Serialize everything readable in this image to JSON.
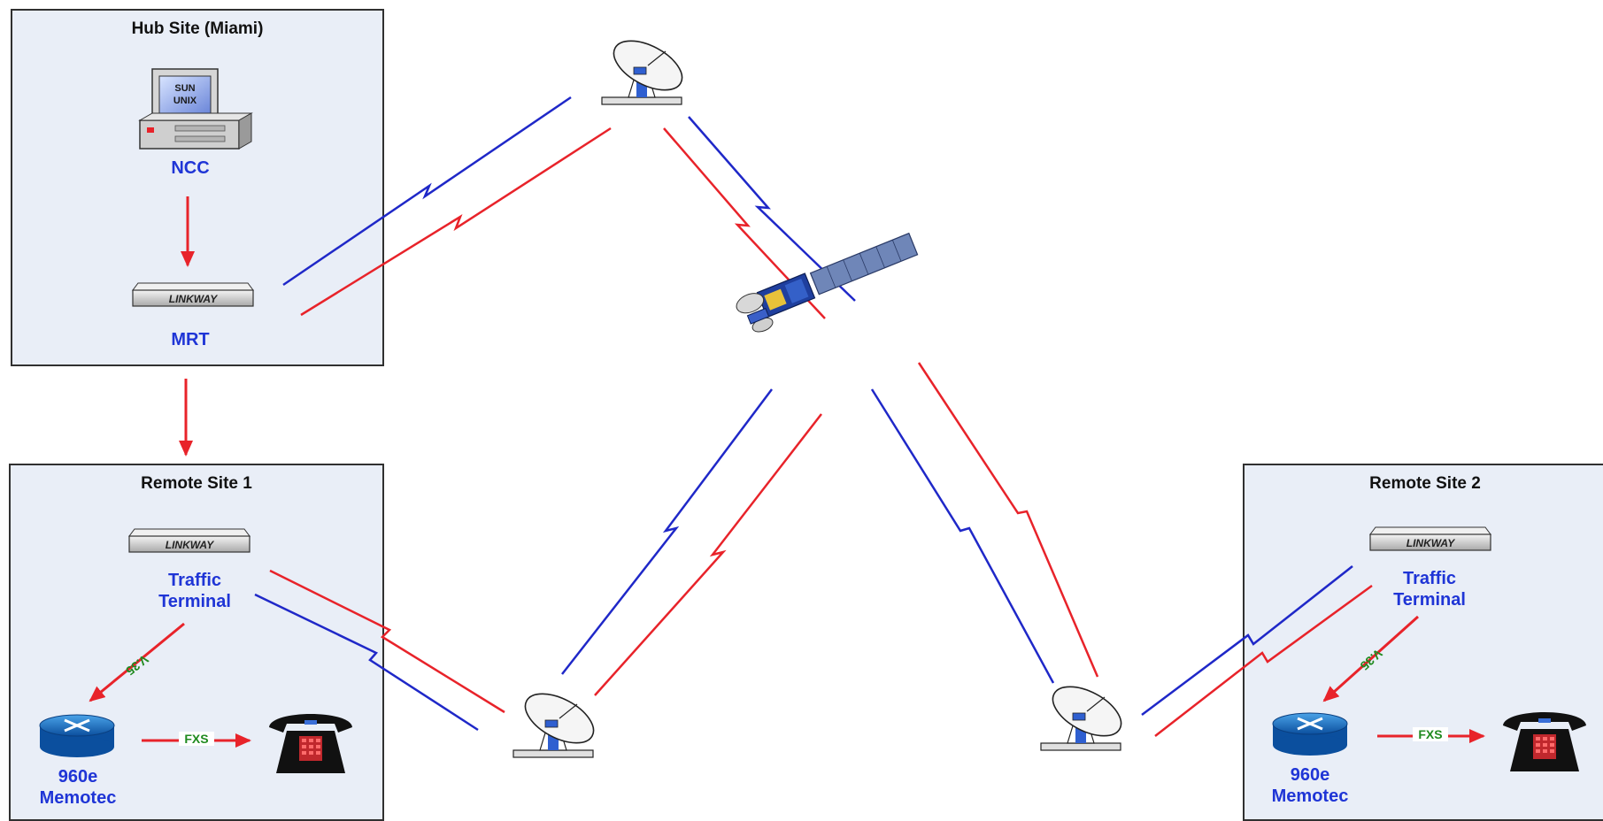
{
  "hub": {
    "title": "Hub Site (Miami)",
    "ncc_label": "NCC",
    "ncc_screen_line1": "SUN",
    "ncc_screen_line2": "UNIX",
    "mrt_label": "MRT",
    "mrt_device_text": "LINKWAY"
  },
  "remote1": {
    "title": "Remote Site 1",
    "terminal_device_text": "LINKWAY",
    "terminal_label_line1": "Traffic",
    "terminal_label_line2": "Terminal",
    "v35_label": "V.35",
    "router_label_line1": "960e",
    "router_label_line2": "Memotec",
    "fxs_label": "FXS"
  },
  "remote2": {
    "title": "Remote Site 2",
    "terminal_device_text": "LINKWAY",
    "terminal_label_line1": "Traffic",
    "terminal_label_line2": "Terminal",
    "v35_label": "V.35",
    "router_label_line1": "960e",
    "router_label_line2": "Memotec",
    "fxs_label": "FXS"
  },
  "colors": {
    "uplink": "#e8232a",
    "downlink": "#1f28c8",
    "label_blue": "#1f35d6",
    "box_fill": "#e9eef7",
    "arrow_red": "#e8232a",
    "tag_green": "#1f8a1f"
  }
}
